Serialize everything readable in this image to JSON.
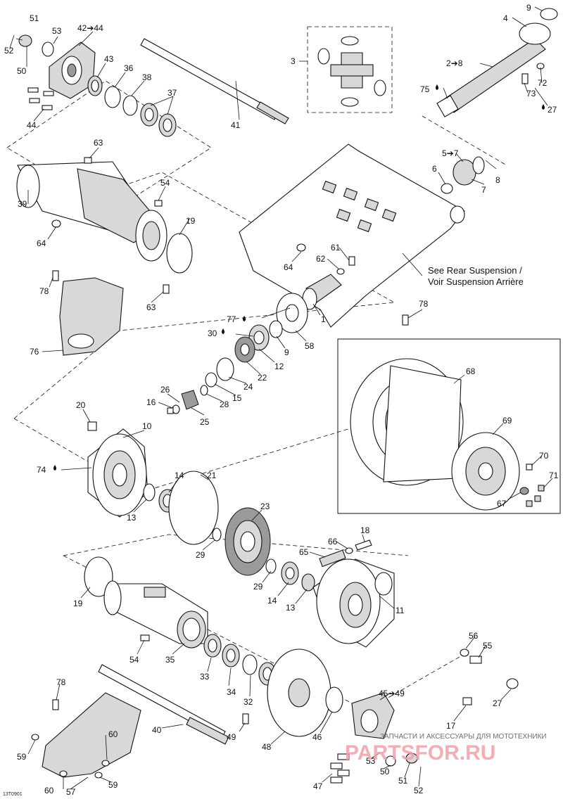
{
  "diagram": {
    "callouts": {
      "c51a": "51",
      "c52a": "52",
      "c53a": "53",
      "c50a": "50",
      "c42_44": "42➔44",
      "c43": "43",
      "c36": "36",
      "c38": "38",
      "c37": "37",
      "c41": "41",
      "c44": "44",
      "c63a": "63",
      "c39": "39",
      "c54a": "54",
      "c64a": "64",
      "c19a": "19",
      "c78a": "78",
      "c63b": "63",
      "c76": "76",
      "c3": "3",
      "c9a": "9",
      "c4": "4",
      "c2_8": "2➔8",
      "c75": "75",
      "c72": "72",
      "c73": "73",
      "c27a": "27",
      "c5_7": "5➔7",
      "c6": "6",
      "c8": "8",
      "c7": "7",
      "c64b": "64",
      "c61": "61",
      "c62": "62",
      "c78b": "78",
      "c1": "1",
      "c77": "77",
      "c30": "30",
      "c9b": "9",
      "c58": "58",
      "c12": "12",
      "c22": "22",
      "c24": "24",
      "c15": "15",
      "c28": "28",
      "c26": "26",
      "c16": "16",
      "c25": "25",
      "c20": "20",
      "c10": "10",
      "c74": "74",
      "c14a": "14",
      "c21": "21",
      "c13a": "13",
      "c23": "23",
      "c29a": "29",
      "c18": "18",
      "c66": "66",
      "c65": "65",
      "c29b": "29",
      "c14b": "14",
      "c13b": "13",
      "c11": "11",
      "c68": "68",
      "c69": "69",
      "c70": "70",
      "c71": "71",
      "c67": "67",
      "c19b": "19",
      "c54b": "54",
      "c35": "35",
      "c33": "33",
      "c34": "34",
      "c32": "32",
      "c56": "56",
      "c55": "55",
      "c27b": "27",
      "c17": "17",
      "c78c": "78",
      "c40": "40",
      "c49": "49",
      "c48": "48",
      "c46": "46",
      "c45_49": "45➔49",
      "c60a": "60",
      "c59a": "59",
      "c60b": "60",
      "c57": "57",
      "c59b": "59",
      "c47": "47",
      "c53b": "53",
      "c50b": "50",
      "c51b": "51",
      "c52b": "52"
    },
    "note_line1": "See Rear Suspension /",
    "note_line2": "Voir Suspension Arrière",
    "drawing_code": "13T0901"
  },
  "watermark": {
    "top_text": "ЗАПЧАСТИ И АКСЕССУАРЫ ДЛЯ МОТОТЕХНИКИ",
    "brand": "PARTSFOR.RU"
  },
  "colors": {
    "ink": "#111111",
    "watermark_red": "#f2a0a8"
  }
}
